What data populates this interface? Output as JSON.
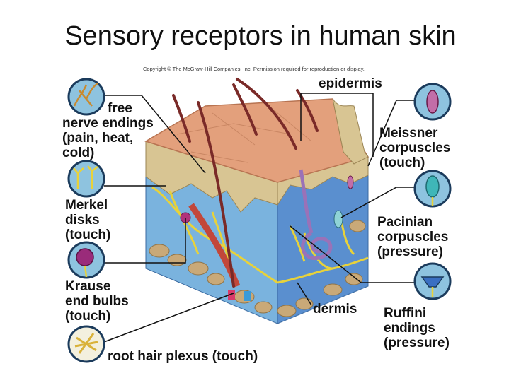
{
  "title": "Sensory receptors in human skin",
  "copyright": "Copyright © The McGraw-Hill Companies, Inc. Permission required for reproduction or display.",
  "labels": {
    "free_nerve_endings": [
      "free",
      "nerve endings",
      "(pain, heat,",
      "cold)"
    ],
    "merkel_disks": [
      "Merkel",
      "disks",
      "(touch)"
    ],
    "krause_end_bulbs": [
      "Krause",
      "end bulbs",
      "(touch)"
    ],
    "root_hair_plexus": "root hair plexus (touch)",
    "epidermis": "epidermis",
    "meissner_corpuscles": [
      "Meissner",
      "corpuscles",
      "(touch)"
    ],
    "pacinian_corpuscles": [
      "Pacinian",
      "corpuscles",
      "(pressure)"
    ],
    "dermis": "dermis",
    "ruffini_endings": [
      "Ruffini",
      "endings",
      "(pressure)"
    ]
  },
  "colors": {
    "skin_surface": "#e3a07c",
    "epidermis_layer": "#d9c89a",
    "dermis": "#6fa9d8",
    "nerve": "#e8d23a",
    "fat": "#c9a978",
    "hair": "#7a2a28",
    "inset_ring": "#1b3b5c",
    "inset_fill": "#8ec3df"
  }
}
